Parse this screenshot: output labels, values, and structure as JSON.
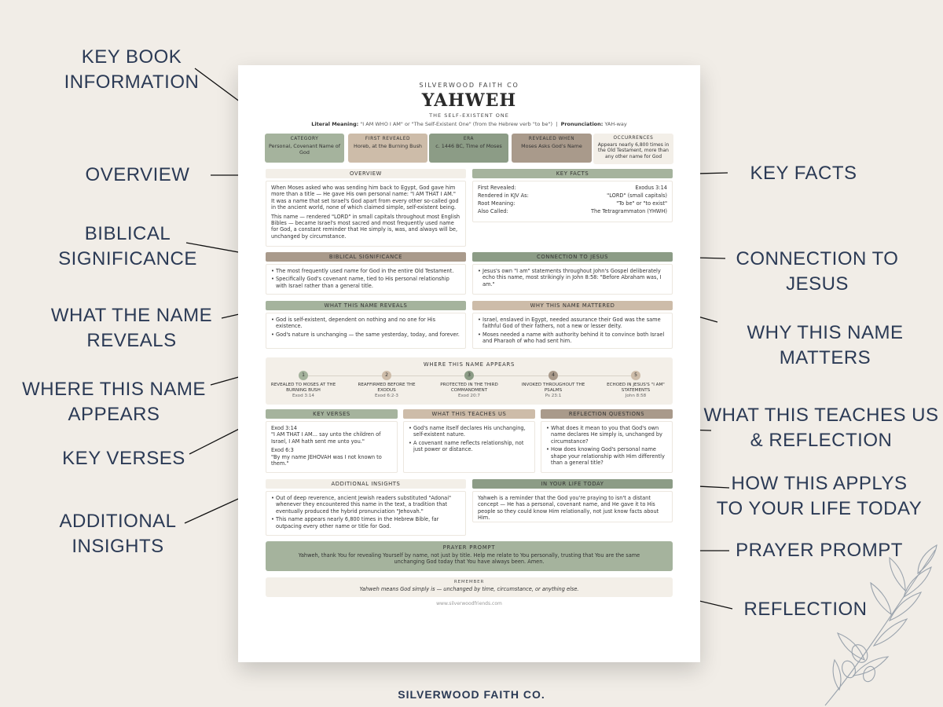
{
  "callouts": {
    "key_book": [
      "KEY BOOK",
      "INFORMATION"
    ],
    "overview": [
      "OVERVIEW"
    ],
    "biblical": [
      "BIBLICAL",
      "SIGNIFICANCE"
    ],
    "reveals": [
      "WHAT THE NAME",
      "REVEALS"
    ],
    "appears": [
      "WHERE THIS NAME",
      "APPEARS"
    ],
    "key_verses": [
      "KEY VERSES"
    ],
    "insights": [
      "ADDITIONAL",
      "INSIGHTS"
    ],
    "key_facts": [
      "KEY FACTS"
    ],
    "connection": [
      "CONNECTION TO",
      "JESUS"
    ],
    "matters": [
      "WHY THIS NAME",
      "MATTERS"
    ],
    "teaches": [
      "WHAT THIS TEACHES US",
      "& REFLECTION"
    ],
    "applys": [
      "HOW THIS APPLYS",
      "TO YOUR LIFE TODAY"
    ],
    "prayer": [
      "PRAYER PROMPT"
    ],
    "reflection": [
      "REFLECTION"
    ]
  },
  "footer_brand": "SILVERWOOD FAITH CO.",
  "sheet": {
    "brand": "SILVERWOOD FAITH CO",
    "title": "YAHWEH",
    "subtitle": "THE SELF-EXISTENT ONE",
    "meaning_label": "Literal Meaning:",
    "meaning_value": "\"I AM WHO I AM\" or \"The Self-Existent One\" (from the Hebrew verb \"to be\")",
    "pron_label": "Pronunciation:",
    "pron_value": "YAH-way",
    "info": [
      {
        "label": "CATEGORY",
        "value": "Personal, Covenant Name of God",
        "color": "#a5b39d"
      },
      {
        "label": "FIRST REVEALED",
        "value": "Horeb, at the Burning Bush",
        "color": "#cdbca9"
      },
      {
        "label": "ERA",
        "value": "c. 1446 BC, Time of Moses",
        "color": "#8c9c86"
      },
      {
        "label": "REVEALED WHEN",
        "value": "Moses Asks God's Name",
        "color": "#a99a8b"
      },
      {
        "label": "OCCURRENCES",
        "value": "Appears nearly 6,800 times in the Old Testament, more than any other name for God",
        "color": "#f3efe8"
      }
    ],
    "overview": {
      "header": "OVERVIEW",
      "p1": "When Moses asked who was sending him back to Egypt, God gave him more than a title — He gave His own personal name: \"I AM THAT I AM.\" It was a name that set Israel's God apart from every other so-called god in the ancient world, none of which claimed simple, self-existent being.",
      "p2": "This name — rendered \"LORD\" in small capitals throughout most English Bibles — became Israel's most sacred and most frequently used name for God, a constant reminder that He simply is, was, and always will be, unchanged by circumstance."
    },
    "key_facts": {
      "header": "KEY FACTS",
      "rows": [
        {
          "k": "First Revealed:",
          "v": "Exodus 3:14"
        },
        {
          "k": "Rendered in KJV As:",
          "v": "\"LORD\" (small capitals)"
        },
        {
          "k": "Root Meaning:",
          "v": "\"To be\" or \"to exist\""
        },
        {
          "k": "Also Called:",
          "v": "The Tetragrammaton (YHWH)"
        }
      ]
    },
    "biblical": {
      "header": "BIBLICAL SIGNIFICANCE",
      "items": [
        "The most frequently used name for God in the entire Old Testament.",
        "Specifically God's covenant name, tied to His personal relationship with Israel rather than a general title."
      ]
    },
    "connection": {
      "header": "CONNECTION TO JESUS",
      "items": [
        "Jesus's own \"I am\" statements throughout John's Gospel deliberately echo this name, most strikingly in John 8:58: \"Before Abraham was, I am.\""
      ]
    },
    "reveals": {
      "header": "WHAT THIS NAME REVEALS",
      "items": [
        "God is self-existent, dependent on nothing and no one for His existence.",
        "God's nature is unchanging — the same yesterday, today, and forever."
      ]
    },
    "mattered": {
      "header": "WHY THIS NAME MATTERED",
      "items": [
        "Israel, enslaved in Egypt, needed assurance their God was the same faithful God of their fathers, not a new or lesser deity.",
        "Moses needed a name with authority behind it to convince both Israel and Pharaoh of who had sent him."
      ]
    },
    "appears": {
      "title": "WHERE THIS NAME APPEARS",
      "steps": [
        {
          "n": "1",
          "cap": "REVEALED TO MOSES AT THE BURNING BUSH",
          "ref": "Exod 3:14",
          "color": "#a5b39d"
        },
        {
          "n": "2",
          "cap": "REAFFIRMED BEFORE THE EXODUS",
          "ref": "Exod 6:2-3",
          "color": "#cdbca9"
        },
        {
          "n": "3",
          "cap": "PROTECTED IN THE THIRD COMMANDMENT",
          "ref": "Exod 20:7",
          "color": "#8c9c86"
        },
        {
          "n": "4",
          "cap": "INVOKED THROUGHOUT THE PSALMS",
          "ref": "Ps 23:1",
          "color": "#a99a8b"
        },
        {
          "n": "5",
          "cap": "ECHOED IN JESUS'S \"I AM\" STATEMENTS",
          "ref": "John 8:58",
          "color": "#cdbca9"
        }
      ]
    },
    "key_verses": {
      "header": "KEY VERSES",
      "v1_ref": "Exod 3:14",
      "v1_text": "\"I AM THAT I AM... say unto the children of Israel, I AM hath sent me unto you.\"",
      "v2_ref": "Exod 6:3",
      "v2_text": "\"By my name JEHOVAH was I not known to them.\""
    },
    "teaches": {
      "header": "WHAT THIS TEACHES US",
      "items": [
        "God's name itself declares His unchanging, self-existent nature.",
        "A covenant name reflects relationship, not just power or distance."
      ]
    },
    "reflection": {
      "header": "REFLECTION QUESTIONS",
      "items": [
        "What does it mean to you that God's own name declares He simply is, unchanged by circumstance?",
        "How does knowing God's personal name shape your relationship with Him differently than a general title?"
      ]
    },
    "insights": {
      "header": "ADDITIONAL INSIGHTS",
      "items": [
        "Out of deep reverence, ancient Jewish readers substituted \"Adonai\" whenever they encountered this name in the text, a tradition that eventually produced the hybrid pronunciation \"Jehovah.\"",
        "This name appears nearly 6,800 times in the Hebrew Bible, far outpacing every other name or title for God."
      ]
    },
    "life_today": {
      "header": "IN YOUR LIFE TODAY",
      "text": "Yahweh is a reminder that the God you're praying to isn't a distant concept — He has a personal, covenant name, and He gave it to His people so they could know Him relationally, not just know facts about Him."
    },
    "prayer": {
      "header": "PRAYER PROMPT",
      "text": "Yahweh, thank You for revealing Yourself by name, not just by title. Help me relate to You personally, trusting that You are the same unchanging God today that You have always been. Amen."
    },
    "remember": {
      "header": "REMEMBER",
      "text": "Yahweh means God simply is — unchanged by time, circumstance, or anything else."
    },
    "site": "www.silverwoodfriends.com"
  }
}
